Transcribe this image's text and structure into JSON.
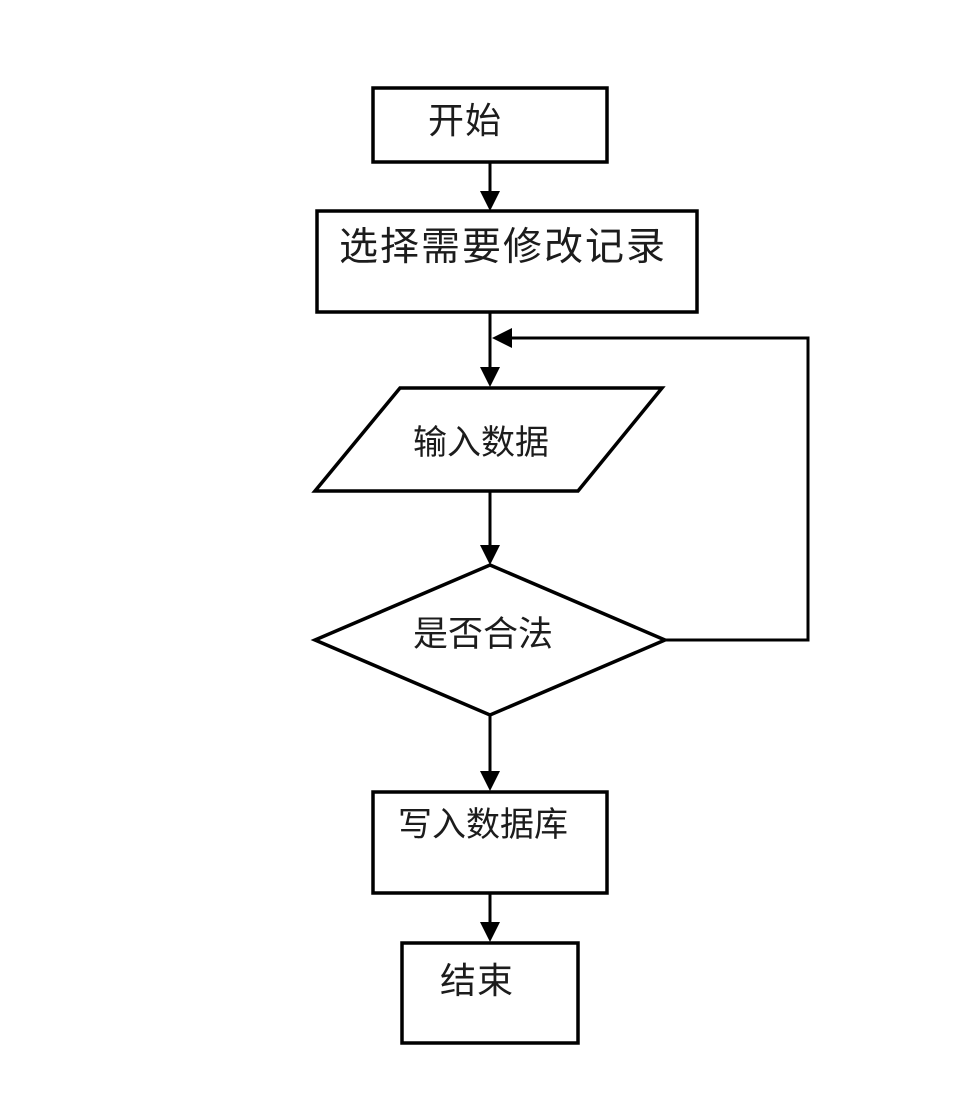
{
  "diagram": {
    "type": "flowchart",
    "colors": {
      "background": "#ffffff",
      "stroke": "#000000",
      "text": "#1c1c1c"
    },
    "nodes": [
      {
        "id": "start",
        "shape": "rectangle",
        "label": "开始"
      },
      {
        "id": "select-record",
        "shape": "rectangle",
        "label": "选择需要修改记录"
      },
      {
        "id": "input-data",
        "shape": "parallelogram",
        "label": "输入数据"
      },
      {
        "id": "validate",
        "shape": "diamond",
        "label": "是否合法"
      },
      {
        "id": "write-db",
        "shape": "rectangle",
        "label": "写入数据库"
      },
      {
        "id": "end",
        "shape": "rectangle",
        "label": "结束"
      }
    ],
    "edges": [
      {
        "from": "start",
        "to": "select-record",
        "label": ""
      },
      {
        "from": "select-record",
        "to": "input-data",
        "label": ""
      },
      {
        "from": "input-data",
        "to": "validate",
        "label": ""
      },
      {
        "from": "validate",
        "to": "write-db",
        "label": ""
      },
      {
        "from": "validate",
        "to": "input-data",
        "label": "",
        "route": "right-side-loop"
      },
      {
        "from": "write-db",
        "to": "end",
        "label": ""
      }
    ]
  }
}
